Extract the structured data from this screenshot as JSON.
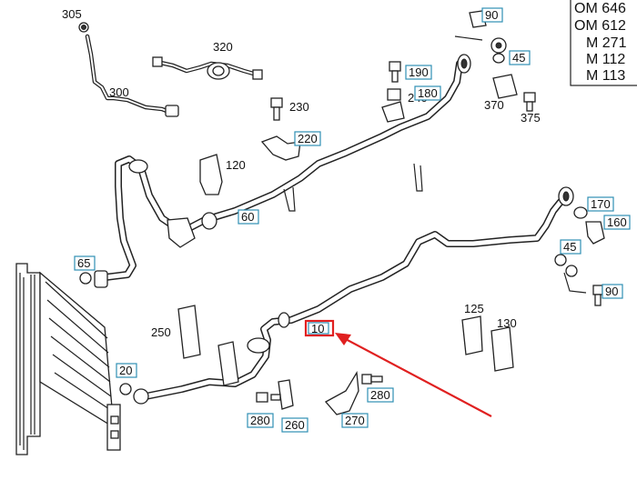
{
  "models": [
    "OM 646",
    "OM 612",
    "M 271",
    "M 112",
    "M 113"
  ],
  "labels": {
    "p305": "305",
    "p300": "300",
    "p320": "320",
    "p230": "230",
    "p240": "240",
    "p120": "120",
    "p370": "370",
    "p375": "375",
    "p250": "250",
    "p125": "125",
    "p130": "130"
  },
  "boxed": {
    "p90a": "90",
    "p45a": "45",
    "p190": "190",
    "p180": "180",
    "p220": "220",
    "p60": "60",
    "p170": "170",
    "p160": "160",
    "p45b": "45",
    "p90b": "90",
    "p65": "65",
    "p10": "10",
    "p20": "20",
    "p280a": "280",
    "p260": "260",
    "p270": "270",
    "p280b": "280"
  },
  "highlight_color": "#e02020",
  "box_color": "#2f8fb4"
}
